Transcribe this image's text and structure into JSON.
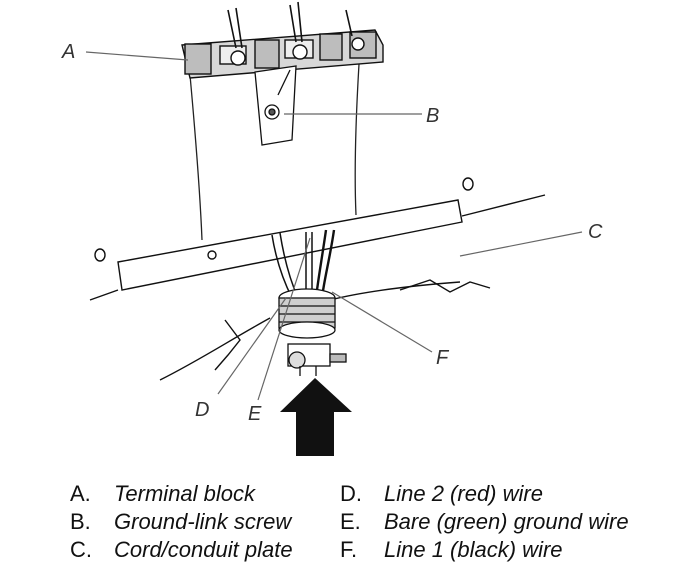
{
  "callouts": [
    "A",
    "B",
    "C",
    "D",
    "E",
    "F"
  ],
  "legend": {
    "left": [
      {
        "letter": "A.",
        "label": "Terminal block"
      },
      {
        "letter": "B.",
        "label": "Ground-link screw"
      },
      {
        "letter": "C.",
        "label": "Cord/conduit plate"
      }
    ],
    "right": [
      {
        "letter": "D.",
        "label": "Line 2 (red) wire"
      },
      {
        "letter": "E.",
        "label": "Bare (green) ground wire"
      },
      {
        "letter": "F.",
        "label": "Line 1 (black) wire"
      }
    ]
  }
}
